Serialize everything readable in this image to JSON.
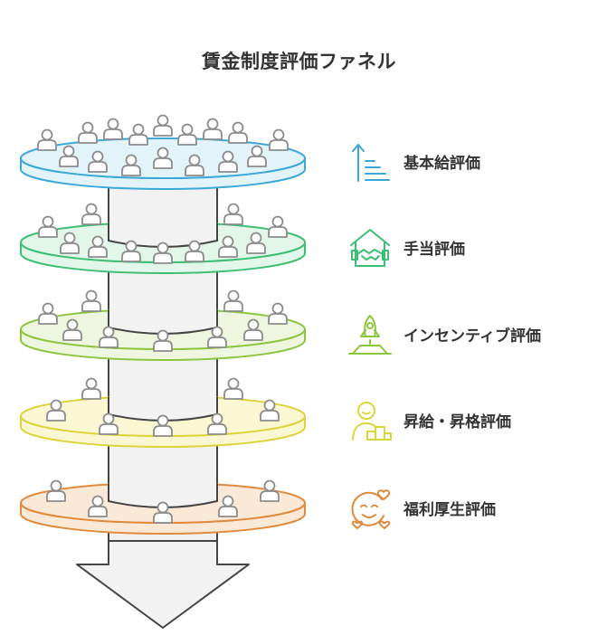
{
  "title": "賃金制度評価ファネル",
  "stages": [
    {
      "label": "基本給評価",
      "color": "#3aa8d8",
      "fill": "#e2f3fa",
      "icon": "growth-arrow-icon"
    },
    {
      "label": "手当評価",
      "color": "#3dbf73",
      "fill": "#e3f6ea",
      "icon": "house-handshake-icon"
    },
    {
      "label": "インセンティブ評価",
      "color": "#8cc63f",
      "fill": "#eef6df",
      "icon": "rocket-icon"
    },
    {
      "label": "昇給・昇格評価",
      "color": "#dcd43a",
      "fill": "#faf7d2",
      "icon": "person-podium-icon"
    },
    {
      "label": "福利厚生評価",
      "color": "#e08a3c",
      "fill": "#fbe9d8",
      "icon": "smiley-hearts-icon"
    }
  ],
  "colors": {
    "column": "#f2f2f2",
    "column_stroke": "#444444",
    "person": "#8c8c8c"
  }
}
